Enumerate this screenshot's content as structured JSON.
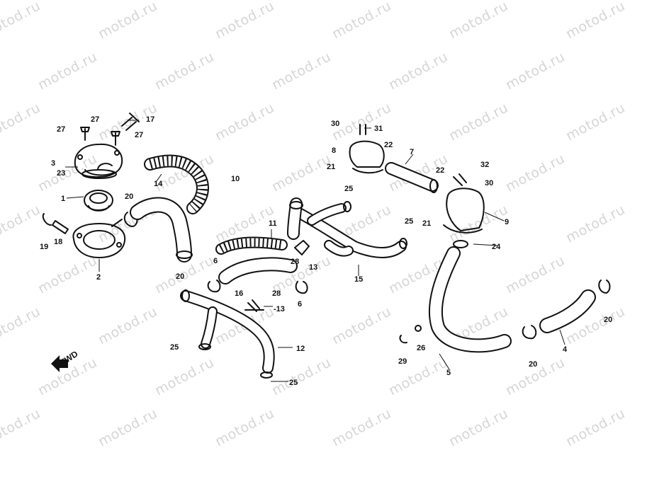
{
  "watermark": {
    "text": "motod.ru",
    "color": "#d6d6d6"
  },
  "direction_indicator": {
    "label": "FWD"
  },
  "callouts": [
    {
      "id": "c27a",
      "text": "27"
    },
    {
      "id": "c27b",
      "text": "27"
    },
    {
      "id": "c17",
      "text": "17"
    },
    {
      "id": "c27c",
      "text": "27"
    },
    {
      "id": "c3",
      "text": "3"
    },
    {
      "id": "c23",
      "text": "23"
    },
    {
      "id": "c1",
      "text": "1"
    },
    {
      "id": "c20a",
      "text": "20"
    },
    {
      "id": "c19",
      "text": "19"
    },
    {
      "id": "c18",
      "text": "18"
    },
    {
      "id": "c2",
      "text": "2"
    },
    {
      "id": "c14",
      "text": "14"
    },
    {
      "id": "c20b",
      "text": "20"
    },
    {
      "id": "c10",
      "text": "10"
    },
    {
      "id": "c11",
      "text": "11"
    },
    {
      "id": "c6a",
      "text": "6"
    },
    {
      "id": "c16",
      "text": "16"
    },
    {
      "id": "c28a",
      "text": "28"
    },
    {
      "id": "c13a",
      "text": "13"
    },
    {
      "id": "c28b",
      "text": "28"
    },
    {
      "id": "c13b",
      "text": "-13"
    },
    {
      "id": "c6b",
      "text": "6"
    },
    {
      "id": "c15",
      "text": "15"
    },
    {
      "id": "c25a",
      "text": "25"
    },
    {
      "id": "c25b",
      "text": "25"
    },
    {
      "id": "c25c",
      "text": "25"
    },
    {
      "id": "c12",
      "text": "12"
    },
    {
      "id": "c25d",
      "text": "25"
    },
    {
      "id": "c30a",
      "text": "30"
    },
    {
      "id": "c31",
      "text": "31"
    },
    {
      "id": "c8",
      "text": "8"
    },
    {
      "id": "c22a",
      "text": "22"
    },
    {
      "id": "c21a",
      "text": "21"
    },
    {
      "id": "c7",
      "text": "7"
    },
    {
      "id": "c22b",
      "text": "22"
    },
    {
      "id": "c32",
      "text": "32"
    },
    {
      "id": "c30b",
      "text": "30"
    },
    {
      "id": "c21b",
      "text": "21"
    },
    {
      "id": "c9",
      "text": "9"
    },
    {
      "id": "c24",
      "text": "24"
    },
    {
      "id": "c20c",
      "text": "20"
    },
    {
      "id": "c4",
      "text": "4"
    },
    {
      "id": "c20d",
      "text": "20"
    },
    {
      "id": "c26",
      "text": "26"
    },
    {
      "id": "c29",
      "text": "29"
    },
    {
      "id": "c5",
      "text": "5"
    }
  ]
}
